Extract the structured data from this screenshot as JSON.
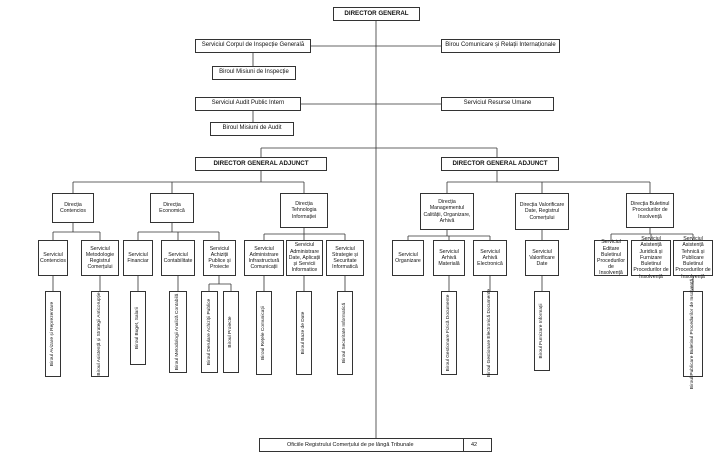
{
  "top": {
    "director": "DIRECTOR GENERAL",
    "corp": "Serviciul Corpul de Inspecție Generală",
    "misiuni_insp": "Biroul Misiuni de Inspecție",
    "comunicare": "Birou Comunicare și Relații Internaționale",
    "audit": "Serviciul Audit Public Intern",
    "misiuni_audit": "Biroul Misiuni de Audit",
    "resurse": "Serviciul Resurse Umane",
    "adjunct_left": "DIRECTOR GENERAL ADJUNCT",
    "adjunct_right": "DIRECTOR GENERAL ADJUNCT"
  },
  "directions": [
    "Direcția Contencios",
    "Direcția Economică",
    "Direcția Tehnologia Informației",
    "Direcția Managementul Calității, Organizare, Arhivă",
    "Direcția Valorificare Date, Registrul Comerțului",
    "Direcția Buletinul Procedurilor de Insolvență"
  ],
  "services": [
    "Serviciul Contencios",
    "Serviciul Metodologie Registrul Comerțului",
    "Serviciul Financiar",
    "Serviciul Contabilitate",
    "Serviciul Achiziții Publice și Proiecte",
    "Serviciul Administrare Infrastructură Comunicații",
    "Serviciul Administrare Date, Aplicații și Servicii Informatice",
    "Serviciul Strategie și Securitate Informatică",
    "Serviciul Organizare",
    "Serviciul Arhivă Materială",
    "Serviciul Arhivă Electronică",
    "Serviciul Valorificare Date",
    "Serviciul Editare Buletinul Procedurilor de Insolvență",
    "Serviciul Asistență Juridică și Furnizare Buletinul Procedurilor de Insolvență",
    "Serviciul Asistență Tehnică și Publicare Buletinul Procedurilor de Insolvență"
  ],
  "offices": [
    "Biroul Avizare și Reprezentare",
    "Biroul Asistență și Strategii Anticorupție",
    "Biroul Buget, Salarii",
    "Biroul Metodologii Analiză Contabilă",
    "Biroul Derulare Achiziții Publice",
    "Biroul Proiecte",
    "Biroul Rețele Comunicații",
    "Biroul Baze de Date",
    "Biroul Securitate Informatică",
    "Biroul Gestionare Fizică Documente",
    "Biroul Gestionare Electronică Documente",
    "Biroul Furnizare Informații",
    "Biroul Publicare Buletinul Procedurilor de Insolvență"
  ],
  "footer": {
    "label": "Oficiile Registrului Comerțului de pe lângă Tribunale",
    "count": "42"
  }
}
